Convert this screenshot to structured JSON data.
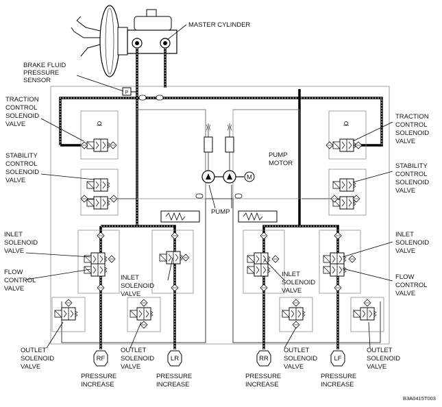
{
  "labels": {
    "master_cylinder": "MASTER CYLINDER",
    "brake_fluid_pressure_sensor": [
      "BRAKE FLUID",
      "PRESSURE",
      "SENSOR"
    ],
    "pressure_sensor_mark": "P",
    "traction_left": [
      "TRACTION",
      "CONTROL",
      "SOLENOID",
      "VALVE"
    ],
    "traction_right": [
      "TRACTION",
      "CONTROL",
      "SOLENOID",
      "VALVE"
    ],
    "stability_left": [
      "STABILITY",
      "CONTROL",
      "SOLENOID",
      "VALVE"
    ],
    "stability_right": [
      "STABILITY",
      "CONTROL",
      "SOLENOID",
      "VALVE"
    ],
    "pump_motor": [
      "PUMP",
      "MOTOR"
    ],
    "motor_mark": "M",
    "pump": "PUMP",
    "inlet_left": [
      "INLET",
      "SOLENOID",
      "VALVE"
    ],
    "inlet_right": [
      "INLET",
      "SOLENOID",
      "VALVE"
    ],
    "inlet_mid_left": [
      "INLET",
      "SOLENOID",
      "VALVE"
    ],
    "inlet_mid_right": [
      "INLET",
      "SOLENOID",
      "VALVE"
    ],
    "flow_left": [
      "FLOW",
      "CONTROL",
      "VALVE"
    ],
    "flow_right": [
      "FLOW",
      "CONTROL",
      "VALVE"
    ],
    "outlet_1": [
      "OUTLET",
      "SOLENOID",
      "VALVE"
    ],
    "outlet_2": [
      "OUTLET",
      "SOLENOID",
      "VALVE"
    ],
    "outlet_3": [
      "OUTLET",
      "SOLENOID",
      "VALVE"
    ],
    "outlet_4": [
      "OUTLET",
      "SOLENOID",
      "VALVE"
    ],
    "wheel_rf": "RF",
    "wheel_lr": "LR",
    "wheel_rr": "RR",
    "wheel_lf": "LF",
    "pressure_increase_1": [
      "PRESSURE",
      "INCREASE"
    ],
    "pressure_increase_2": [
      "PRESSURE",
      "INCREASE"
    ],
    "pressure_increase_3": [
      "PRESSURE",
      "INCREASE"
    ],
    "pressure_increase_4": [
      "PRESSURE",
      "INCREASE"
    ],
    "figure_id": "B3A0415T003"
  }
}
